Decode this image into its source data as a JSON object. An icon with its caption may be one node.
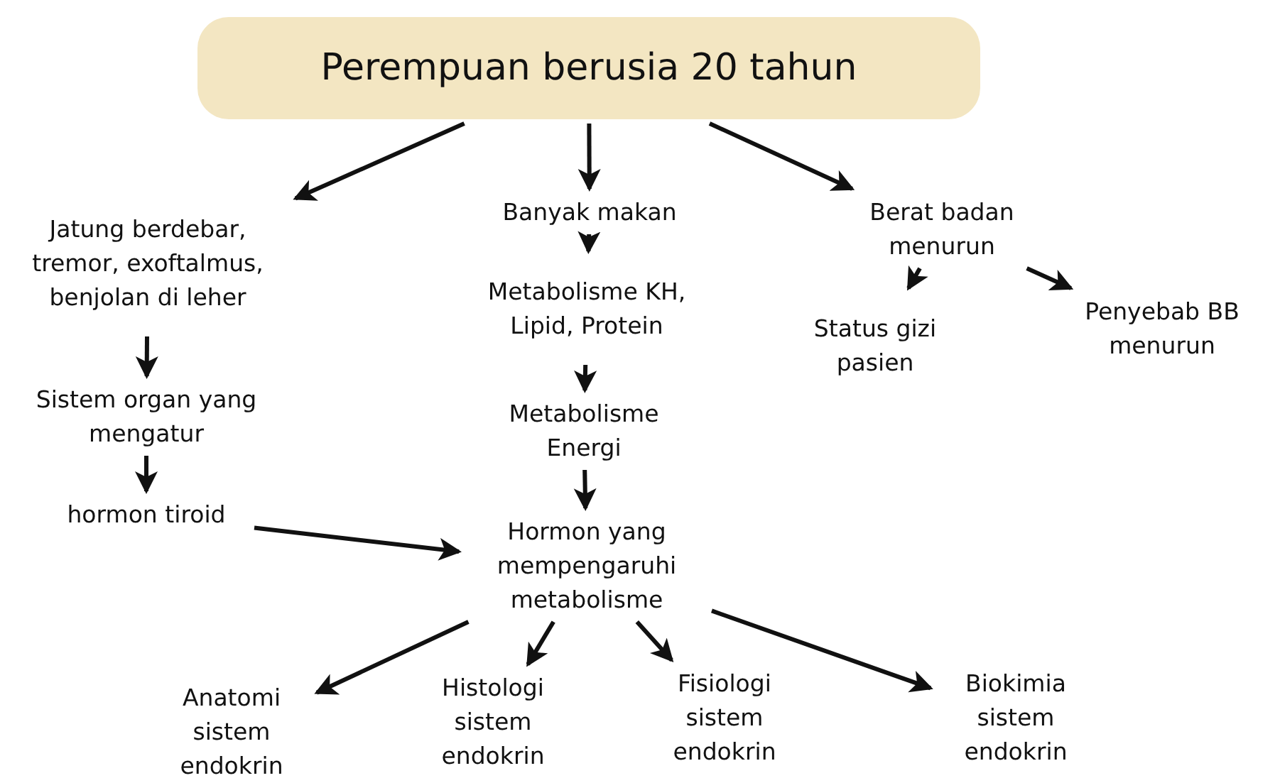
{
  "diagram": {
    "nodes": [
      {
        "text": [
          "Perempuan berusia 20 tahun"
        ]
      },
      {
        "text": [
          "Jatung berdebar, tremor, exoftalmus, benjolan di leher"
        ]
      },
      {
        "text": [
          "Banyak makan"
        ]
      },
      {
        "text": [
          "Berat badan menurun"
        ]
      },
      {
        "text": [
          "Sistem organ yang mengatur"
        ]
      },
      {
        "text": [
          "Metabolisme KH, Lipid, Protein"
        ]
      },
      {
        "text": [
          "Status gizi pasien"
        ]
      },
      {
        "text": [
          "Penyebab BB menurun"
        ]
      },
      {
        "text": [
          "hormon tiroid"
        ]
      },
      {
        "text": [
          "Metabolisme Energi"
        ]
      },
      {
        "text": [
          "Hormon yang mempengaruhi metabolisme"
        ]
      },
      {
        "text": [
          "Anatomi sistem endokrin"
        ]
      },
      {
        "text": [
          "Histologi sistem endokrin"
        ]
      },
      {
        "text": [
          "Fisiologi sistem endokrin"
        ]
      },
      {
        "text": [
          "Biokimia sistem endokrin"
        ]
      }
    ],
    "edges": [
      {
        "from": 0,
        "to": 1,
        "arrow": "to"
      },
      {
        "from": 0,
        "to": 2,
        "arrow": "to"
      },
      {
        "from": 0,
        "to": 3,
        "arrow": "to"
      },
      {
        "from": 1,
        "to": 4,
        "arrow": "to"
      },
      {
        "from": 4,
        "to": 8,
        "arrow": "to"
      },
      {
        "from": 8,
        "to": 10,
        "arrow": "to"
      },
      {
        "from": 2,
        "to": 5,
        "arrow": "to"
      },
      {
        "from": 5,
        "to": 9,
        "arrow": "to"
      },
      {
        "from": 9,
        "to": 10,
        "arrow": "to"
      },
      {
        "from": 3,
        "to": 6,
        "arrow": "to"
      },
      {
        "from": 3,
        "to": 7,
        "arrow": "to"
      },
      {
        "from": 10,
        "to": 11,
        "arrow": "to"
      },
      {
        "from": 10,
        "to": 12,
        "arrow": "to"
      },
      {
        "from": 10,
        "to": 13,
        "arrow": "to"
      },
      {
        "from": 10,
        "to": 14,
        "arrow": "to"
      }
    ]
  }
}
